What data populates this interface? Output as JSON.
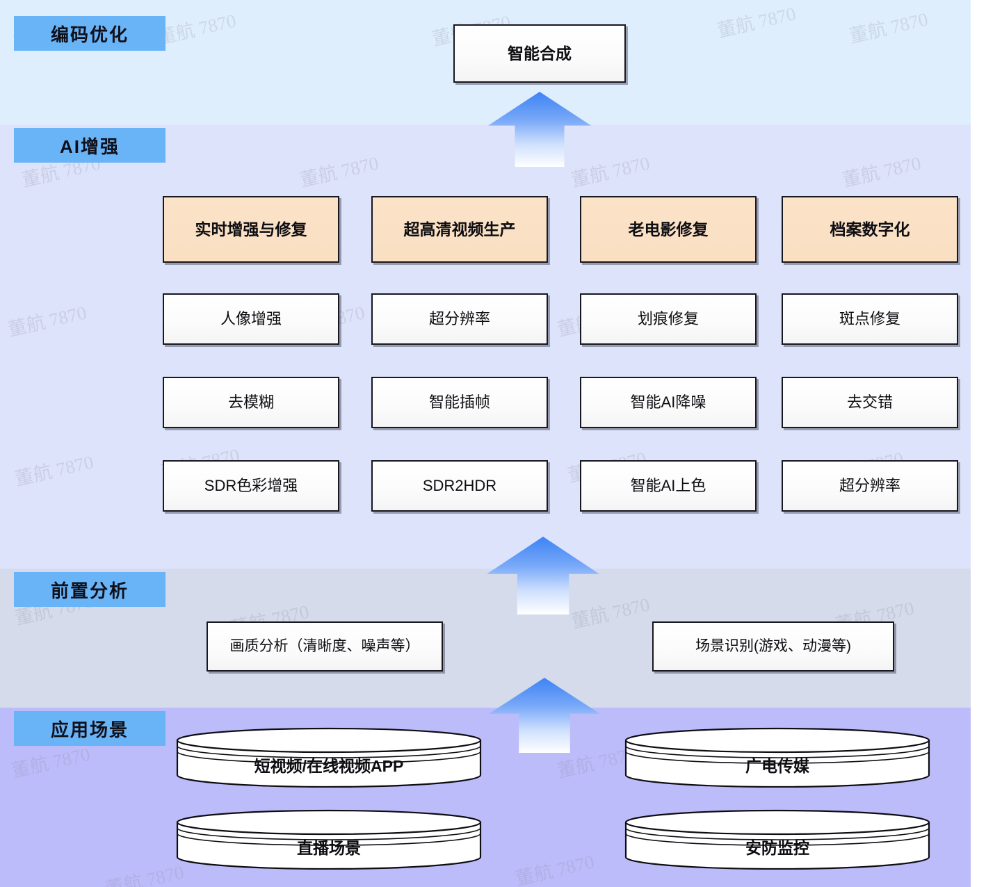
{
  "stages": [
    {
      "key": "encode",
      "label": "编码优化"
    },
    {
      "key": "ai",
      "label": "AI增强"
    },
    {
      "key": "pre",
      "label": "前置分析"
    },
    {
      "key": "app",
      "label": "应用场景"
    }
  ],
  "encode": {
    "synthesis_box": "智能合成"
  },
  "ai": {
    "columns": [
      {
        "header": "实时增强与修复",
        "items": [
          "人像增强",
          "去模糊",
          "SDR色彩增强"
        ]
      },
      {
        "header": "超高清视频生产",
        "items": [
          "超分辨率",
          "智能插帧",
          "SDR2HDR"
        ]
      },
      {
        "header": "老电影修复",
        "items": [
          "划痕修复",
          "智能AI降噪",
          "智能AI上色"
        ]
      },
      {
        "header": "档案数字化",
        "items": [
          "斑点修复",
          "去交错",
          "超分辨率"
        ]
      }
    ]
  },
  "pre_analysis": {
    "quality_box": "画质分析（清晰度、噪声等）",
    "scene_box": "场景识别(游戏、动漫等)"
  },
  "app_scenarios": {
    "cylinders": [
      {
        "label": "短视频/在线视频APP"
      },
      {
        "label": "广电传媒"
      },
      {
        "label": "直播场景"
      },
      {
        "label": "安防监控"
      }
    ]
  },
  "arrows": [
    {
      "name": "arrow-ai-to-encode"
    },
    {
      "name": "arrow-pre-to-ai"
    },
    {
      "name": "arrow-app-to-pre"
    }
  ],
  "colors": {
    "band_encode": "#dfeefc",
    "band_ai": "#dde3fa",
    "band_pre": "#d5dbeb",
    "band_app": "#bdbcfa",
    "stage_label": "#69b4f7",
    "header_box": "#fbe3c8",
    "arrow_top": "#3d83f5",
    "box_border": "#17171f"
  },
  "watermark": {
    "text": "董航 7870"
  }
}
